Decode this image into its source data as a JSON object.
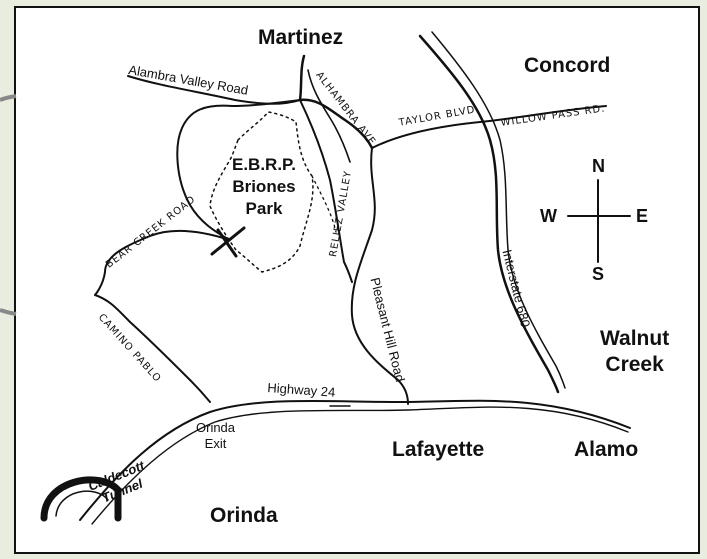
{
  "map": {
    "cities": {
      "martinez": "Martinez",
      "concord": "Concord",
      "walnut_creek_1": "Walnut",
      "walnut_creek_2": "Creek",
      "lafayette": "Lafayette",
      "alamo": "Alamo",
      "orinda": "Orinda"
    },
    "park": {
      "line1": "E.B.R.P.",
      "line2": "Briones",
      "line3": "Park"
    },
    "roads": {
      "alhambra_valley": "Alambra Valley Road",
      "alhambra_ave": "Alhambra Ave.",
      "taylor": "Taylor Blvd.",
      "willow_pass": "Willow Pass Rd.",
      "bear_creek": "Bear Creek Road",
      "reliez_valley": "Reliez Valley",
      "camino_pablo": "Camino Pablo",
      "pleasant_hill": "Pleasant Hill Road",
      "interstate": "Interstate 680",
      "highway": "Highway 24",
      "orinda_exit_1": "Orinda",
      "orinda_exit_2": "Exit"
    },
    "compass": {
      "n": "N",
      "s": "S",
      "e": "E",
      "w": "W"
    },
    "tunnel": {
      "line1": "Caldecott",
      "line2": "Tunnel"
    }
  }
}
